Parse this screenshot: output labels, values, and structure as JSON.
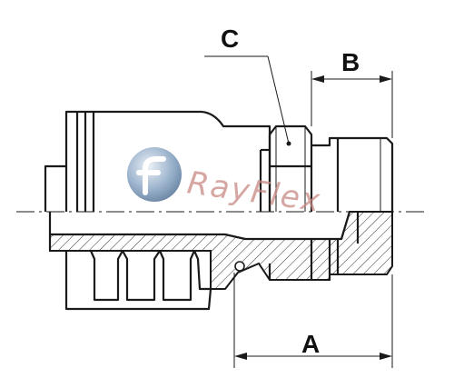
{
  "figure": {
    "labels": {
      "a": "A",
      "b": "B",
      "c": "C"
    },
    "watermark": "RayFlex",
    "colors": {
      "line": "#1a1a1a",
      "watermark_text": "#c98a84",
      "watermark_globe": "#5a7fa6"
    },
    "icons": {
      "watermark_logo": "globe-f-logo"
    }
  }
}
